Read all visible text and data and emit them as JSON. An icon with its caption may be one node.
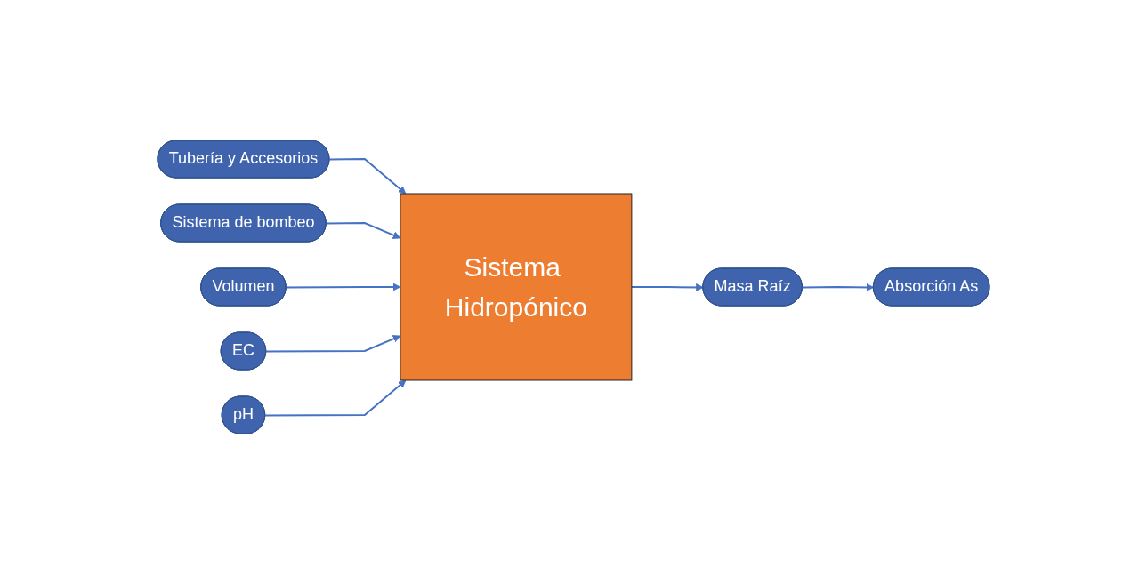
{
  "diagram": {
    "nodes": [
      {
        "text": [
          "Tubería y Accesorios"
        ]
      },
      {
        "text": [
          "Sistema de bombeo"
        ]
      },
      {
        "text": [
          "Volumen"
        ]
      },
      {
        "text": [
          "EC"
        ]
      },
      {
        "text": [
          "pH"
        ]
      },
      {
        "text": [
          "Sistema Hidropónico"
        ]
      },
      {
        "text": [
          "Masa Raíz"
        ]
      },
      {
        "text": [
          "Absorción As"
        ]
      }
    ],
    "edges": [
      {
        "from": 0,
        "to": 5,
        "arrow": "to"
      },
      {
        "from": 1,
        "to": 5,
        "arrow": "to"
      },
      {
        "from": 2,
        "to": 5,
        "arrow": "to"
      },
      {
        "from": 3,
        "to": 5,
        "arrow": "to"
      },
      {
        "from": 4,
        "to": 5,
        "arrow": "to"
      },
      {
        "from": 5,
        "to": 6,
        "arrow": "to"
      },
      {
        "from": 6,
        "to": 7,
        "arrow": "to"
      }
    ]
  }
}
